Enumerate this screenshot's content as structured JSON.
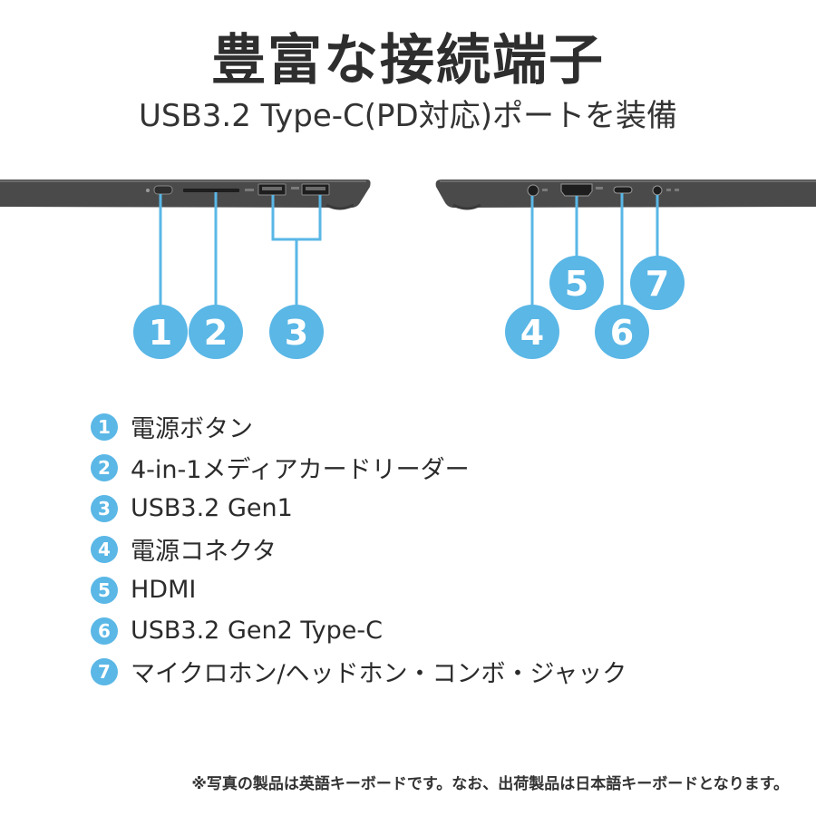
{
  "header": {
    "title": "豊富な接続端子",
    "subtitle": "USB3.2 Type-C(PD対応)ポートを装備"
  },
  "callouts": [
    "1",
    "2",
    "3",
    "4",
    "5",
    "6",
    "7"
  ],
  "legend": [
    {
      "num": "1",
      "text": "電源ボタン"
    },
    {
      "num": "2",
      "text": "4-in-1メディアカードリーダー"
    },
    {
      "num": "3",
      "text": "USB3.2 Gen1"
    },
    {
      "num": "4",
      "text": "電源コネクタ"
    },
    {
      "num": "5",
      "text": "HDMI"
    },
    {
      "num": "6",
      "text": "USB3.2 Gen2 Type-C"
    },
    {
      "num": "7",
      "text": "マイクロホン/ヘッドホン・コンボ・ジャック"
    }
  ],
  "footnote": "※写真の製品は英語キーボードです。なお、出荷製品は日本語キーボードとなります。",
  "colors": {
    "callout": "#5ab7e6",
    "laptop": "#4a4a4a",
    "text": "#2b2b2b"
  }
}
